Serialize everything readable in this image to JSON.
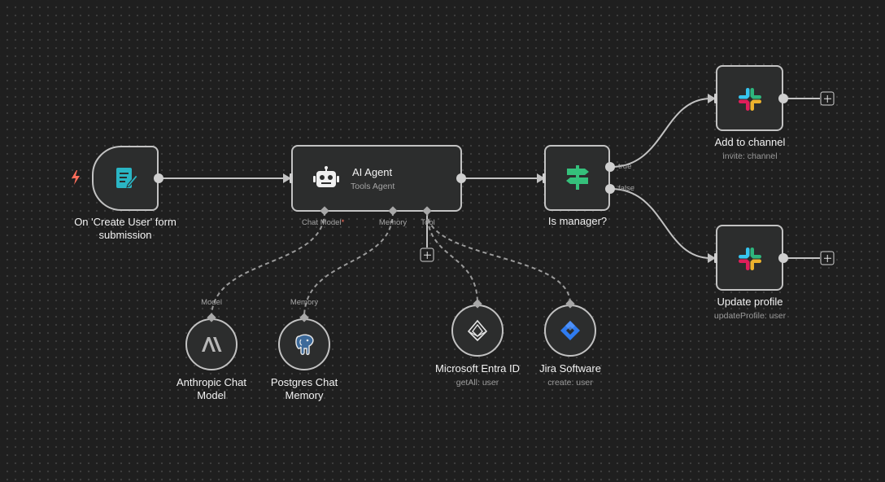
{
  "nodes": {
    "form_trigger": {
      "label": "On 'Create User' form submission",
      "icon": "form-icon",
      "trigger_icon": "lightning-bolt-icon"
    },
    "ai_agent": {
      "title": "AI Agent",
      "subtitle": "Tools Agent",
      "icon": "robot-icon",
      "ports": {
        "chat_model": "Chat Model",
        "chat_model_required": "*",
        "memory": "Memory",
        "tool": "Tool"
      }
    },
    "is_manager": {
      "label": "Is manager?",
      "icon": "signpost-icon",
      "outputs": {
        "true": "true",
        "false": "false"
      }
    },
    "add_to_channel": {
      "label": "Add to channel",
      "subtitle": "invite: channel",
      "icon": "slack-icon"
    },
    "update_profile": {
      "label": "Update profile",
      "subtitle": "updateProfile: user",
      "icon": "slack-icon"
    },
    "anthropic": {
      "port": "Model",
      "label_line1": "Anthropic Chat",
      "label_line2": "Model",
      "icon": "anthropic-icon"
    },
    "postgres": {
      "port": "Memory",
      "label_line1": "Postgres Chat",
      "label_line2": "Memory",
      "icon": "postgres-elephant-icon"
    },
    "entra": {
      "label": "Microsoft Entra ID",
      "subtitle": "getAll: user",
      "icon": "entra-id-icon"
    },
    "jira": {
      "label": "Jira Software",
      "subtitle": "create: user",
      "icon": "jira-icon"
    }
  },
  "colors": {
    "canvas": "#1f1f1f",
    "node_fill": "#2c2d2d",
    "node_border": "#c2c2c2",
    "trigger_bolt": "#ff6d5a",
    "form_icon": "#2ab5c4",
    "switch_icon": "#35c07b",
    "jira_blue": "#2f7bf0"
  }
}
